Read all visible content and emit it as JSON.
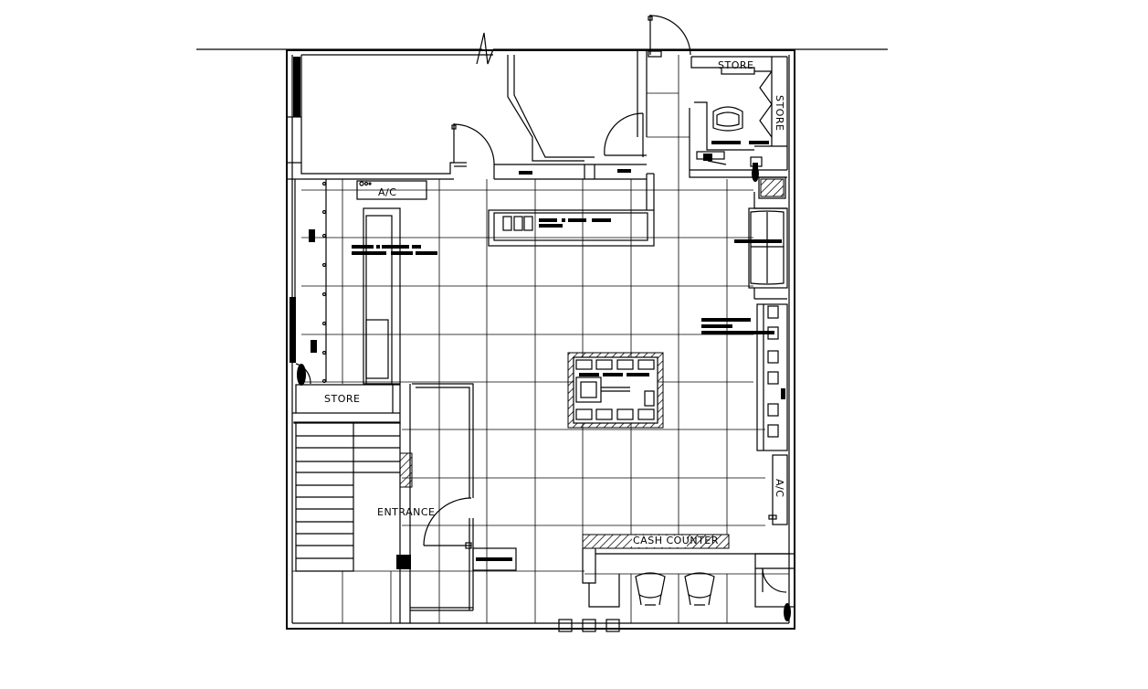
{
  "labels": {
    "store_top": "STORE",
    "store_side": "STORE",
    "ac_top": "A/C",
    "store_left": "STORE",
    "ac_right": "A/C",
    "entrance": "ENTRANCE",
    "cash_counter": "CASH COUNTER"
  }
}
